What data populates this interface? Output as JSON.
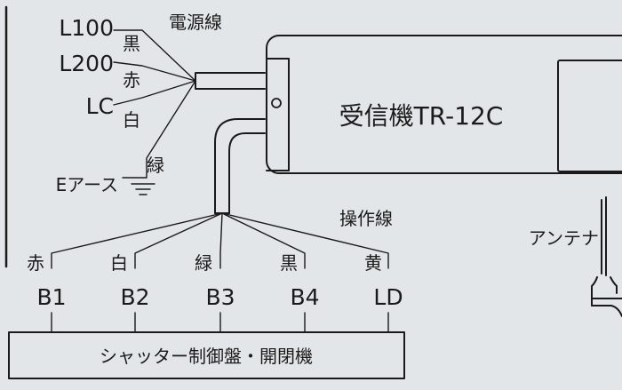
{
  "power_wires": {
    "title": "電源線",
    "labels": [
      "L100",
      "L200",
      "LC"
    ],
    "colors": [
      "黒",
      "赤",
      "白"
    ]
  },
  "ground": {
    "label": "Eアース",
    "color": "緑"
  },
  "receiver": {
    "title": "受信機TR-12C"
  },
  "operation_wires": {
    "title": "操作線",
    "colors": [
      "赤",
      "白",
      "緑",
      "黒",
      "黄"
    ],
    "terminals": [
      "B1",
      "B2",
      "B3",
      "B4",
      "LD"
    ]
  },
  "antenna": {
    "label": "アンテナ"
  },
  "controller": {
    "label": "シャッター制御盤・開閉機"
  }
}
